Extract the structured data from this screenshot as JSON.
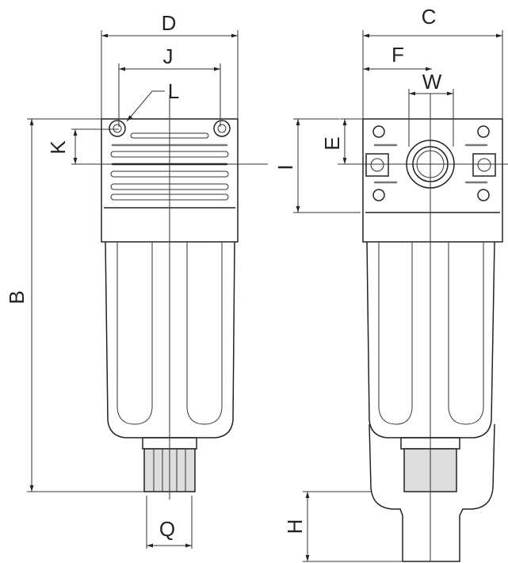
{
  "dimensions": {
    "D": "D",
    "J": "J",
    "L": "L",
    "K": "K",
    "B": "B",
    "Q": "Q",
    "C": "C",
    "F": "F",
    "W": "W",
    "E": "E",
    "I": "I",
    "H": "H"
  }
}
